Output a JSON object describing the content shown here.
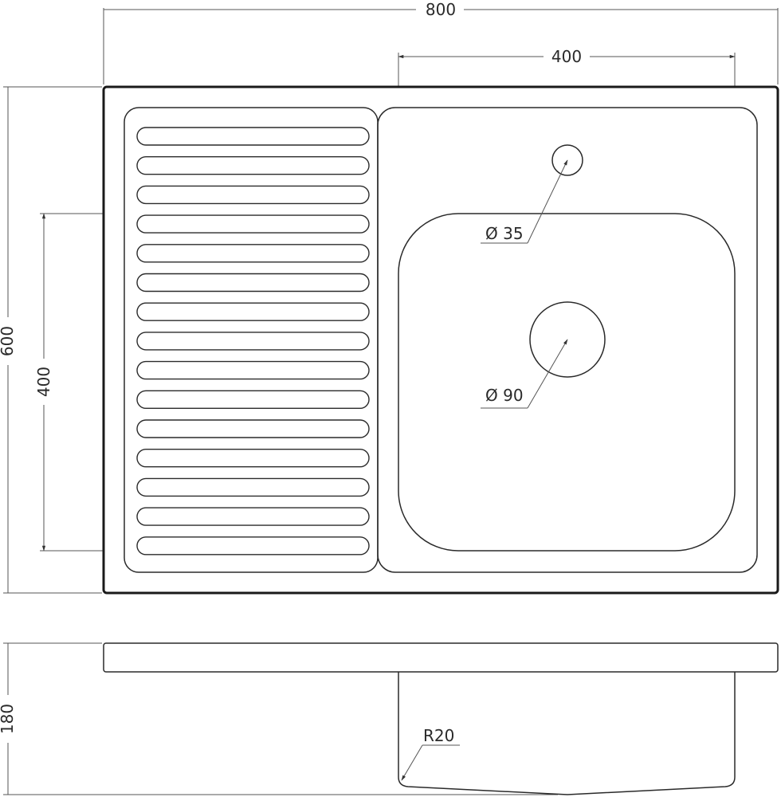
{
  "drawing": {
    "top_view": {
      "overall_width_label": "800",
      "bowl_width_label": "400",
      "overall_depth_label": "600",
      "bowl_depth_label": "400",
      "tap_hole_label": "Ø 35",
      "drain_hole_label": "Ø 90",
      "drainboard_ribs": 15
    },
    "side_view": {
      "height_label": "180",
      "radius_label": "R20"
    },
    "colors": {
      "line": "#1a1a1a",
      "dimension": "#555555",
      "background": "#ffffff"
    }
  }
}
